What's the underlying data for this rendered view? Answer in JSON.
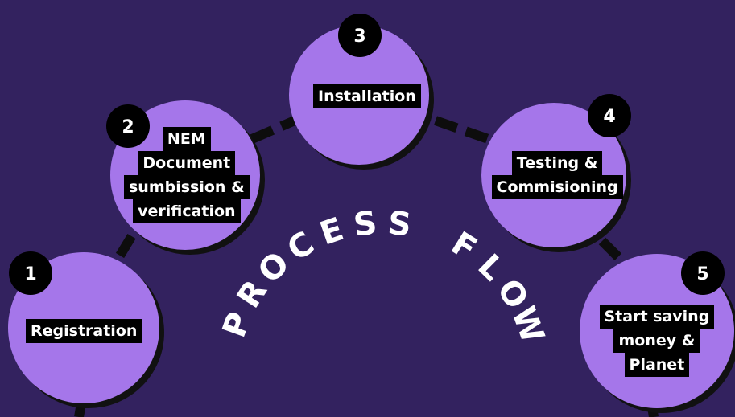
{
  "title": "PROCESS FLOW",
  "colors": {
    "background": "#33225f",
    "circle_fill": "#a576ea",
    "circle_shadow": "#111111",
    "label_bg": "#000000",
    "label_text": "#ffffff",
    "connector": "#0d0d0d"
  },
  "steps": [
    {
      "number": "1",
      "lines": [
        "Registration"
      ]
    },
    {
      "number": "2",
      "lines": [
        "NEM",
        "Document",
        "sumbission &",
        "verification"
      ]
    },
    {
      "number": "3",
      "lines": [
        "Installation"
      ]
    },
    {
      "number": "4",
      "lines": [
        "Testing &",
        "Commisioning"
      ]
    },
    {
      "number": "5",
      "lines": [
        "Start saving",
        "money &",
        "Planet"
      ]
    }
  ]
}
